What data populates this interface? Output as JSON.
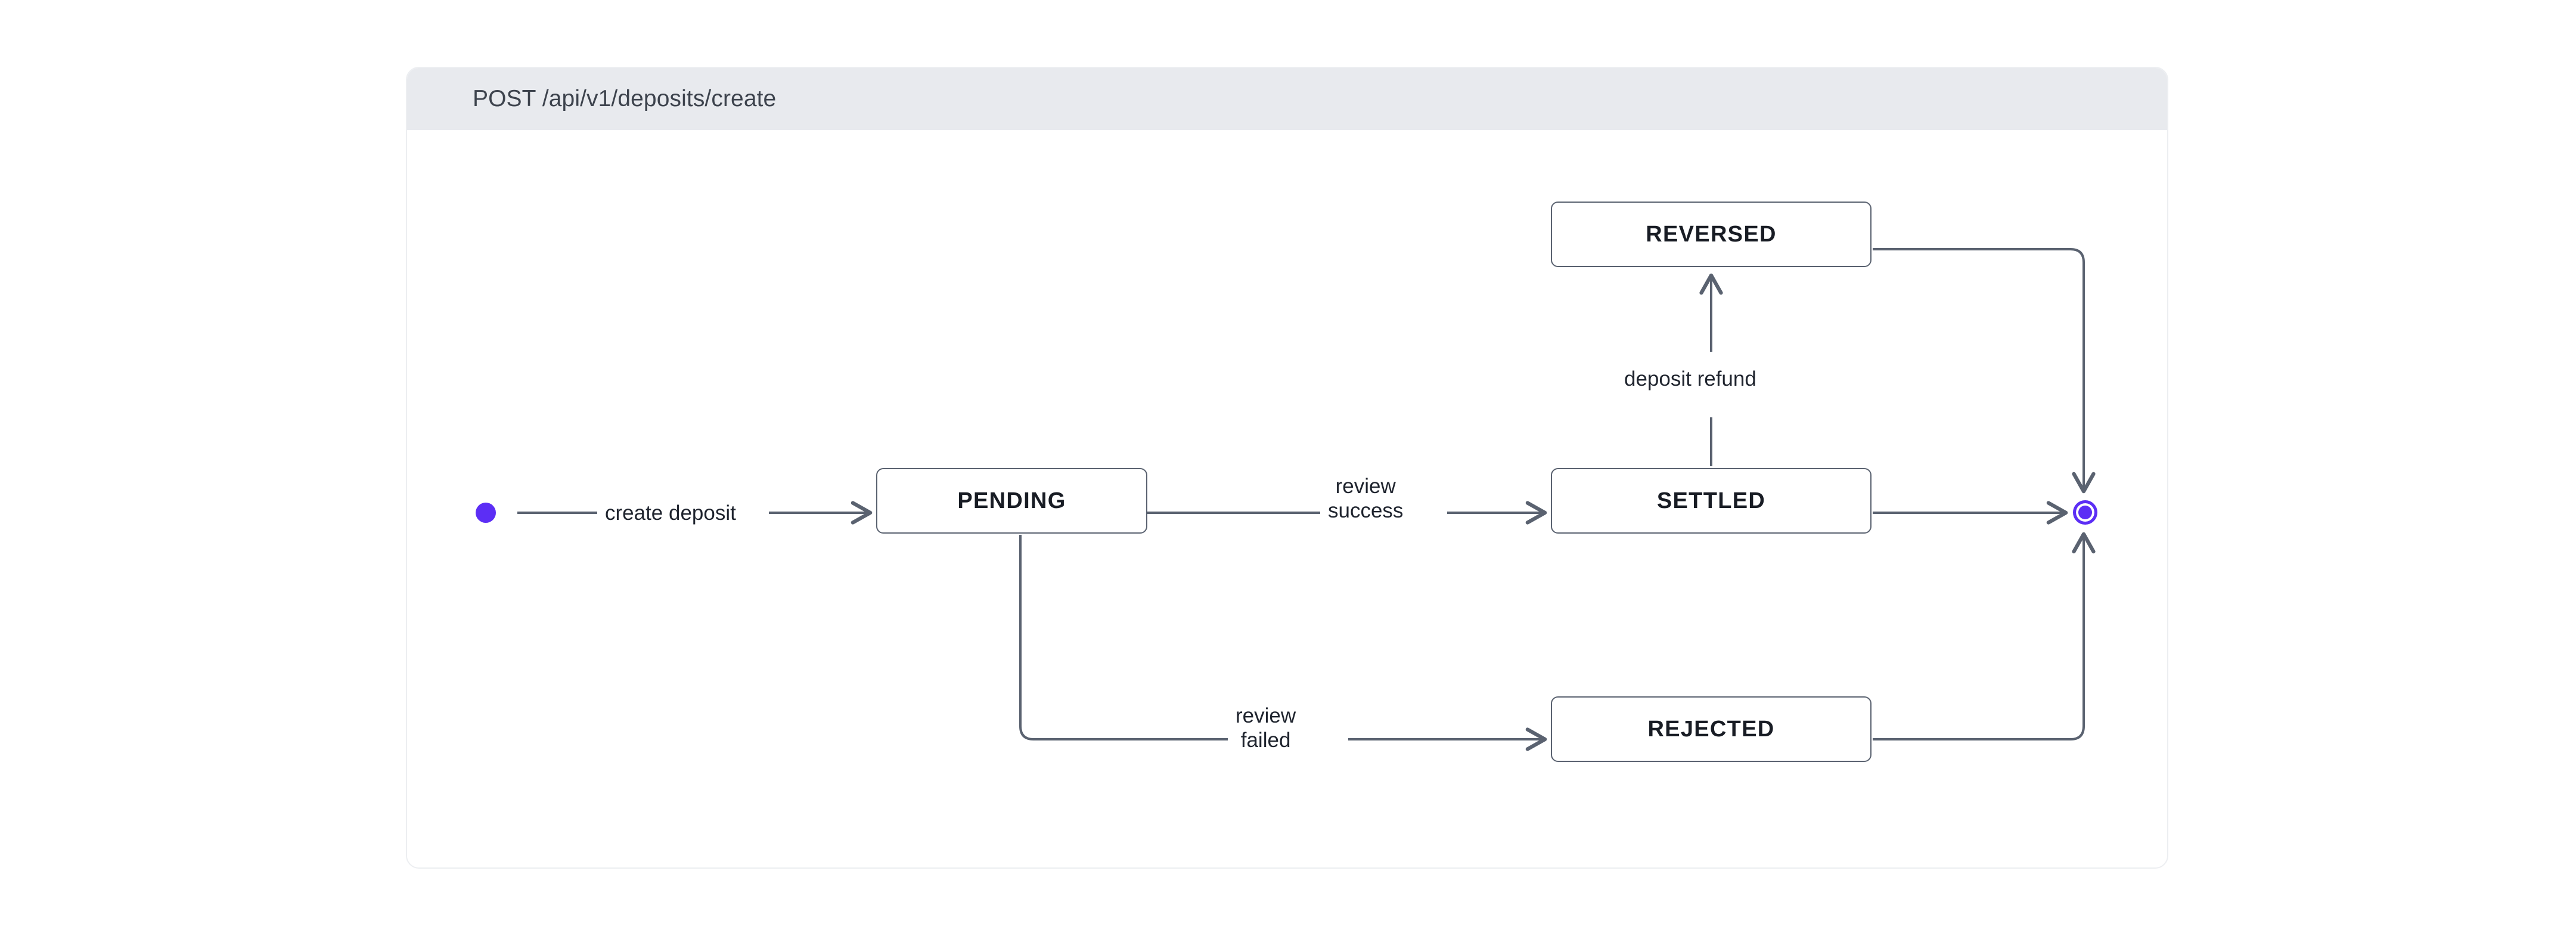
{
  "panel": {
    "header_title": "POST /api/v1/deposits/create"
  },
  "colors": {
    "accent_purple": "#5c2ef5",
    "edge_gray": "#5a6270",
    "node_border": "#5a6270",
    "header_bg": "#e8eaee",
    "panel_bg": "#ffffff",
    "text_dark": "#181c24"
  },
  "diagram": {
    "type": "state-machine",
    "start_marker": "initial-state-dot",
    "end_marker": "final-state-ring",
    "states": [
      {
        "id": "pending",
        "label": "PENDING"
      },
      {
        "id": "settled",
        "label": "SETTLED"
      },
      {
        "id": "reversed",
        "label": "REVERSED"
      },
      {
        "id": "rejected",
        "label": "REJECTED"
      }
    ],
    "transitions": [
      {
        "id": "create-deposit",
        "from": "start",
        "to": "pending",
        "label_lines": [
          "create deposit"
        ]
      },
      {
        "id": "review-success",
        "from": "pending",
        "to": "settled",
        "label_lines": [
          "review",
          "success"
        ]
      },
      {
        "id": "review-failed",
        "from": "pending",
        "to": "rejected",
        "label_lines": [
          "review",
          "failed"
        ]
      },
      {
        "id": "deposit-refund",
        "from": "settled",
        "to": "reversed",
        "label_lines": [
          "deposit refund"
        ]
      },
      {
        "id": "settled-to-end",
        "from": "settled",
        "to": "end",
        "label_lines": []
      },
      {
        "id": "reversed-to-end",
        "from": "reversed",
        "to": "end",
        "label_lines": []
      },
      {
        "id": "rejected-to-end",
        "from": "rejected",
        "to": "end",
        "label_lines": []
      }
    ]
  },
  "labels": {
    "create_deposit": "create deposit",
    "review_l1": "review",
    "success_l2": "success",
    "failed_l2": "failed",
    "deposit_refund": "deposit refund"
  }
}
